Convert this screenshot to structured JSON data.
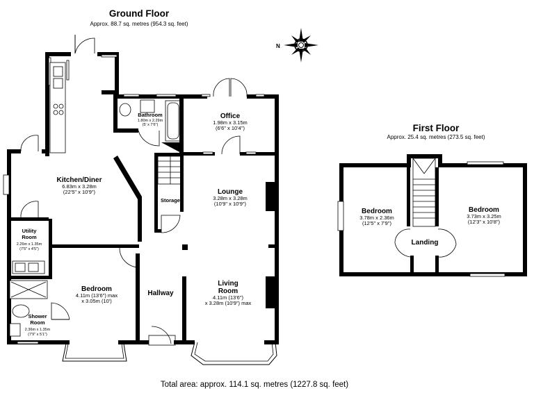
{
  "ground_floor": {
    "title": "Ground Floor",
    "area": "Approx. 88.7 sq. metres (954.3 sq. feet)"
  },
  "first_floor": {
    "title": "First Floor",
    "area": "Approx. 25.4 sq. metres (273.5 sq. feet)"
  },
  "compass": {
    "letter": "N"
  },
  "rooms": {
    "kitchen": {
      "name": "Kitchen/Diner",
      "dim1": "6.83m x 3.28m",
      "dim2": "(22'5\" x 10'9\")"
    },
    "bathroom": {
      "name": "Bathroom",
      "dim1": "1.80m x 2.29m",
      "dim2": "(5' x 7'6\")"
    },
    "office": {
      "name": "Office",
      "dim1": "1.98m x 3.15m",
      "dim2": "(6'6\" x 10'4\")"
    },
    "lounge": {
      "name": "Lounge",
      "dim1": "3.28m x 3.28m",
      "dim2": "(10'9\" x 10'9\")"
    },
    "storage": {
      "name": "Storage"
    },
    "utility": {
      "name1": "Utility",
      "name2": "Room",
      "dim1": "2.26m x 1.35m",
      "dim2": "(7'5\" x 4'5\")"
    },
    "bedroom_gf": {
      "name": "Bedroom",
      "dim1": "4.11m (13'6\") max",
      "dim2": "x 3.05m (10')"
    },
    "hallway": {
      "name": "Hallway"
    },
    "living": {
      "name1": "Living",
      "name2": "Room",
      "dim1": "4.11m (13'6\")",
      "dim2": "x 3.28m (10'9\") max"
    },
    "shower": {
      "name1": "Shower",
      "name2": "Room",
      "dim1": "2.36m x 1.35m",
      "dim2": "(7'9\" x 5'1\")"
    },
    "bedroom_ff1": {
      "name": "Bedroom",
      "dim1": "3.78m x 2.36m",
      "dim2": "(12'5\" x 7'9\")"
    },
    "landing": {
      "name": "Landing"
    },
    "bedroom_ff2": {
      "name": "Bedroom",
      "dim1": "3.73m x 3.25m",
      "dim2": "(12'3\" x 10'8\")"
    }
  },
  "total_area": "Total area: approx. 114.1 sq. metres (1227.8 sq. feet)"
}
